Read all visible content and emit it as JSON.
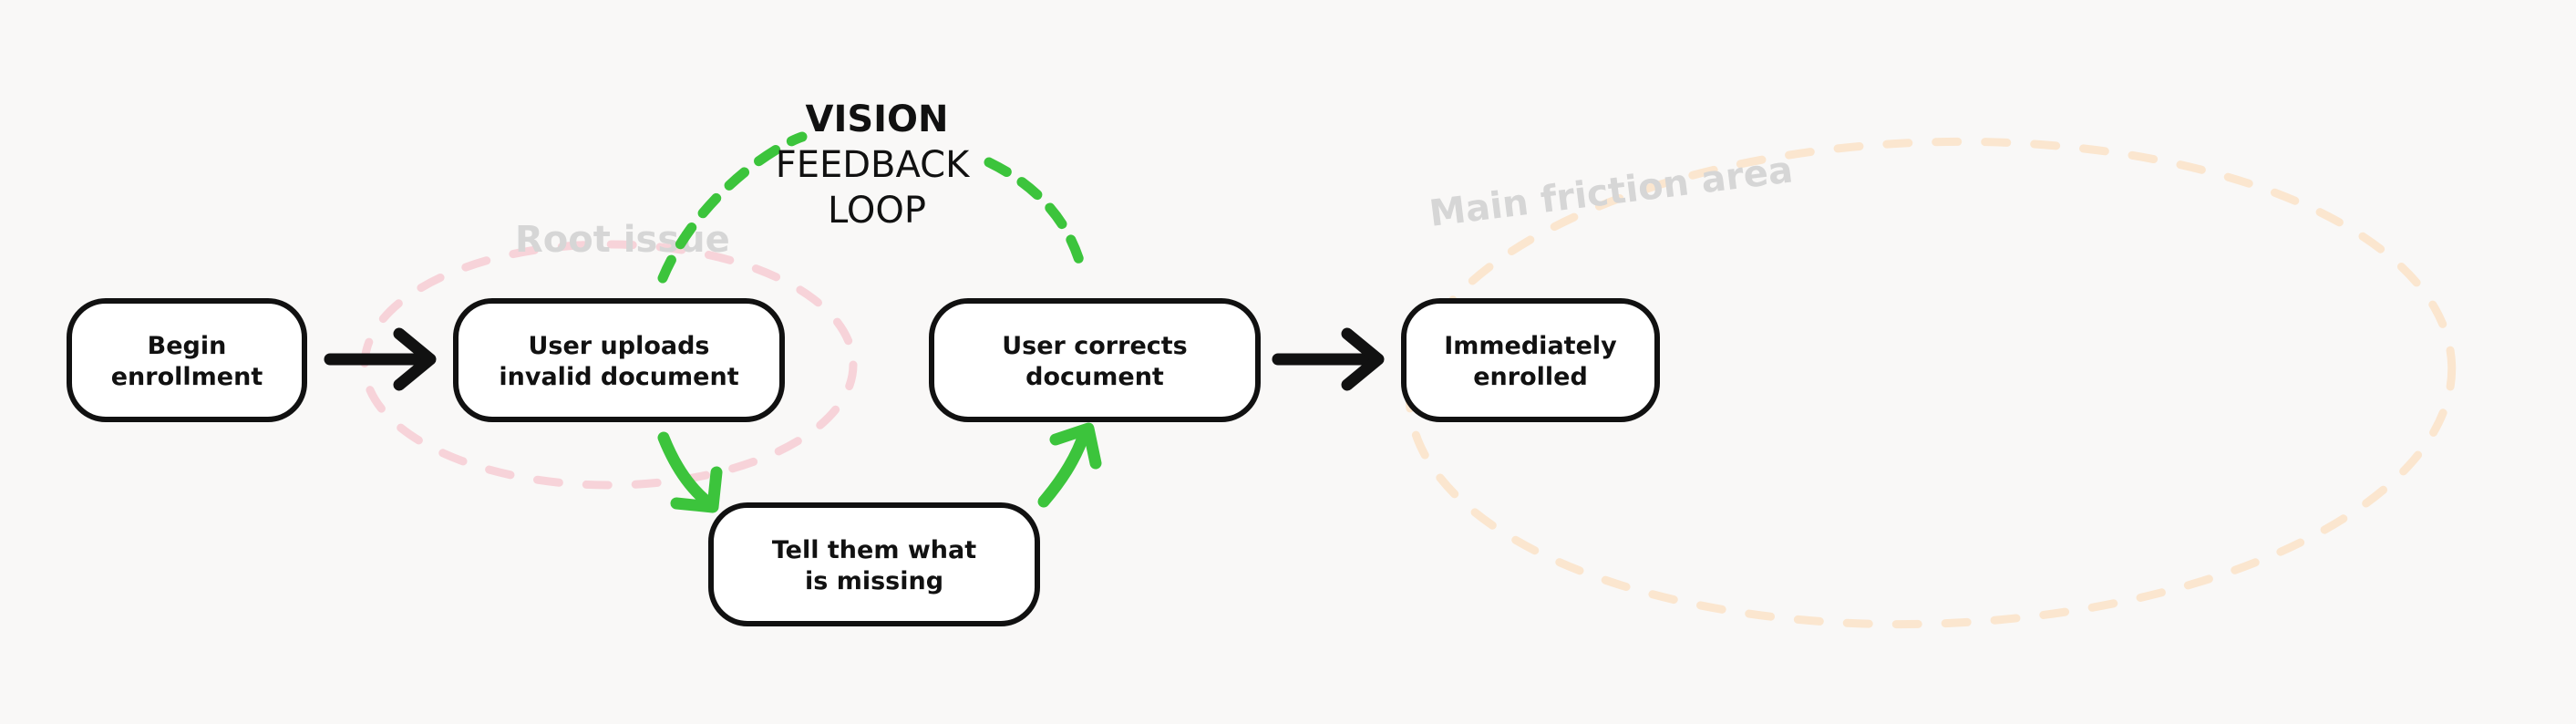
{
  "colors": {
    "background": "#f9f8f7",
    "node_stroke": "#111111",
    "arrow_black": "#111111",
    "feedback_green": "#3cc43c",
    "root_issue_pink": "#f7d3d9",
    "friction_area_peach": "#fbe6cf",
    "area_label_gray": "#d6d6d6"
  },
  "title": {
    "line1": "VISION",
    "line2": "FEEDBACK",
    "line3": "LOOP"
  },
  "areas": {
    "root_issue": "Root issue",
    "main_friction": "Main friction area"
  },
  "nodes": {
    "begin": {
      "line1": "Begin",
      "line2": "enrollment"
    },
    "uploads": {
      "line1": "User uploads",
      "line2": "invalid document"
    },
    "tell": {
      "line1": "Tell them what",
      "line2": "is missing"
    },
    "corrects": {
      "line1": "User corrects",
      "line2": "document"
    },
    "enrolled": {
      "line1": "Immediately",
      "line2": "enrolled"
    }
  }
}
